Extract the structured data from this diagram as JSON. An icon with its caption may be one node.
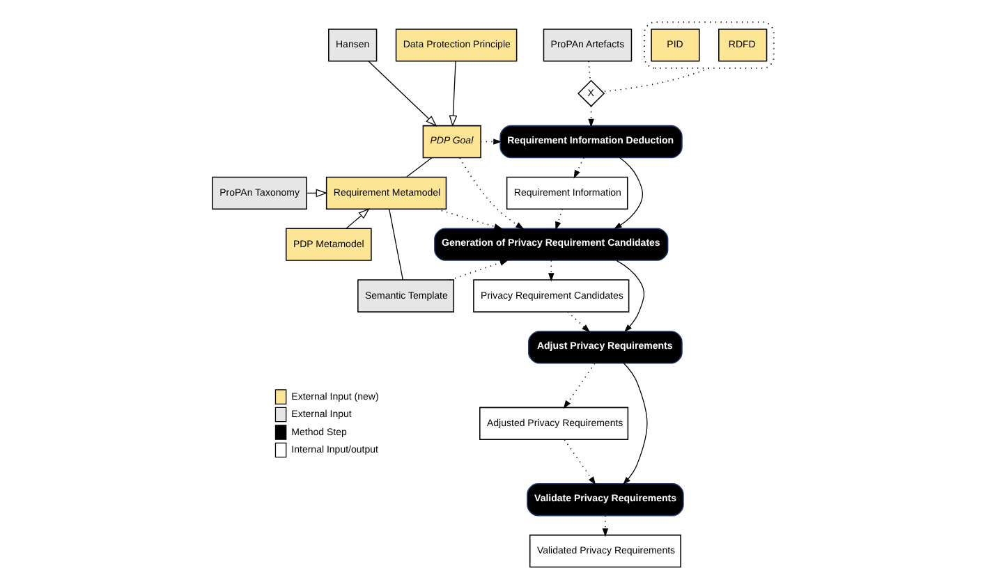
{
  "diagram": {
    "nodes": [
      {
        "text": [
          "Hansen"
        ]
      },
      {
        "text": [
          "Data Protection Principle"
        ]
      },
      {
        "text": [
          "ProPAn Artefacts"
        ]
      },
      {
        "text": [],
        "shape": "box"
      },
      {
        "text": [
          "RDFD"
        ],
        "in": 3
      },
      {
        "text": [
          "PID"
        ],
        "in": 3
      },
      {
        "text": [
          "X"
        ]
      },
      {
        "text": [
          "PDP Goal"
        ]
      },
      {
        "text": [
          "Requirement Information Deduction"
        ]
      },
      {
        "text": [
          "ProPAn Taxonomy"
        ]
      },
      {
        "text": [
          "Requirement Metamodel"
        ]
      },
      {
        "text": [
          "Requirement Information"
        ]
      },
      {
        "text": [
          "PDP Metamodel"
        ]
      },
      {
        "text": [
          "Generation of Privacy Requirement Candidates"
        ]
      },
      {
        "text": [
          "Semantic Template"
        ]
      },
      {
        "text": [
          "Privacy Requirement Candidates"
        ]
      },
      {
        "text": [
          "Adjust Privacy Requirements"
        ]
      },
      {
        "text": [
          "Adjusted Privacy Requirements"
        ]
      },
      {
        "text": [
          "Validate Privacy Requirements"
        ]
      },
      {
        "text": [
          "Validated Privacy Requirements"
        ]
      }
    ],
    "edges": [
      {
        "from": 0,
        "to": 7,
        "arrow": "to"
      },
      {
        "from": 1,
        "to": 7,
        "arrow": "to"
      },
      {
        "from": 9,
        "to": 10,
        "arrow": "to"
      },
      {
        "from": 12,
        "to": 10,
        "arrow": "to"
      },
      {
        "from": 7,
        "to": 10,
        "arrow": "none"
      },
      {
        "from": 10,
        "to": 14,
        "arrow": "none"
      },
      {
        "from": 2,
        "to": 6,
        "arrow": "none",
        "style": "dashed"
      },
      {
        "from": 3,
        "to": 6,
        "arrow": "none",
        "style": "dashed"
      },
      {
        "from": 6,
        "to": 8,
        "arrow": "to",
        "style": "dashed"
      },
      {
        "from": 7,
        "to": 8,
        "arrow": "to",
        "style": "dashed"
      },
      {
        "from": 7,
        "to": 13,
        "arrow": "to",
        "style": "dashed"
      },
      {
        "from": 10,
        "to": 13,
        "arrow": "to",
        "style": "dashed"
      },
      {
        "from": 14,
        "to": 13,
        "arrow": "to",
        "style": "dashed"
      },
      {
        "from": 8,
        "to": 13,
        "arrow": "to"
      },
      {
        "from": 8,
        "to": 11,
        "arrow": "to",
        "style": "dashed"
      },
      {
        "from": 11,
        "to": 13,
        "arrow": "to",
        "style": "dashed"
      },
      {
        "from": 13,
        "to": 15,
        "arrow": "to",
        "style": "dashed"
      },
      {
        "from": 13,
        "to": 16,
        "arrow": "to"
      },
      {
        "from": 15,
        "to": 16,
        "arrow": "to",
        "style": "dashed"
      },
      {
        "from": 16,
        "to": 17,
        "arrow": "to",
        "style": "dashed"
      },
      {
        "from": 16,
        "to": 18,
        "arrow": "to"
      },
      {
        "from": 17,
        "to": 18,
        "arrow": "to",
        "style": "dashed"
      },
      {
        "from": 18,
        "to": 19,
        "arrow": "to",
        "style": "dashed"
      }
    ],
    "legend": [
      {
        "text": "External Input (new)",
        "color": "#fce595"
      },
      {
        "text": "External Input",
        "color": "#e6e6e6"
      },
      {
        "text": "Method Step",
        "color": "#000000"
      },
      {
        "text": "Internal Input/output",
        "color": "#ffffff"
      }
    ]
  }
}
